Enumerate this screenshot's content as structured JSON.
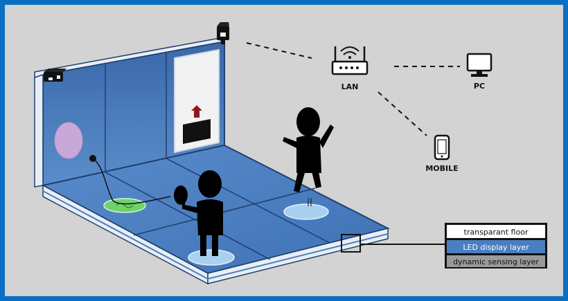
{
  "network": {
    "lan_label": "LAN",
    "pc_label": "PC",
    "mobile_label": "MOBILE"
  },
  "legend": {
    "layers": [
      {
        "label": "transparant floor",
        "color": "#ffffff",
        "text_color": "#111111"
      },
      {
        "label": "LED display layer",
        "color": "#4a7fc1",
        "text_color": "#ffffff"
      },
      {
        "label": "dynamic sensing layer",
        "color": "#9a9a9a",
        "text_color": "#111111"
      }
    ]
  },
  "colors": {
    "frame_border": "#0a6fc2",
    "background": "#d3d3d3",
    "floor_blue": "#4b7fbe",
    "wall_blue": "#3f6fb1",
    "highlight_green": "#6fd36a",
    "ring_blue": "#a9d0f0",
    "ball_pink": "#c8a8d8",
    "arrow_red": "#8b1a1a"
  },
  "icons": {
    "router": "router-icon",
    "pc": "monitor-icon",
    "mobile": "smartphone-icon",
    "camera": "camera-icon"
  }
}
